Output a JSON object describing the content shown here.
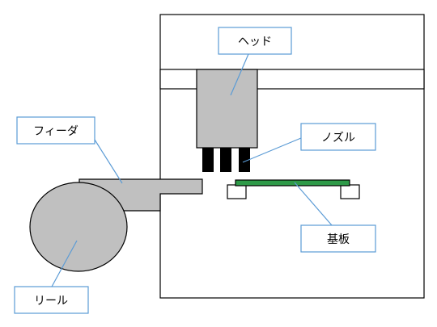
{
  "labels": {
    "head": "ヘッド",
    "nozzle": "ノズル",
    "feeder": "フィーダ",
    "board": "基板",
    "reel": "リール"
  },
  "colors": {
    "outline": "#000000",
    "machine_gray": "#c0c0c0",
    "pcb_green": "#2e9a48",
    "pad_white": "#ffffff",
    "nozzle_black": "#000000",
    "callout_blue": "#5b9bd5"
  }
}
